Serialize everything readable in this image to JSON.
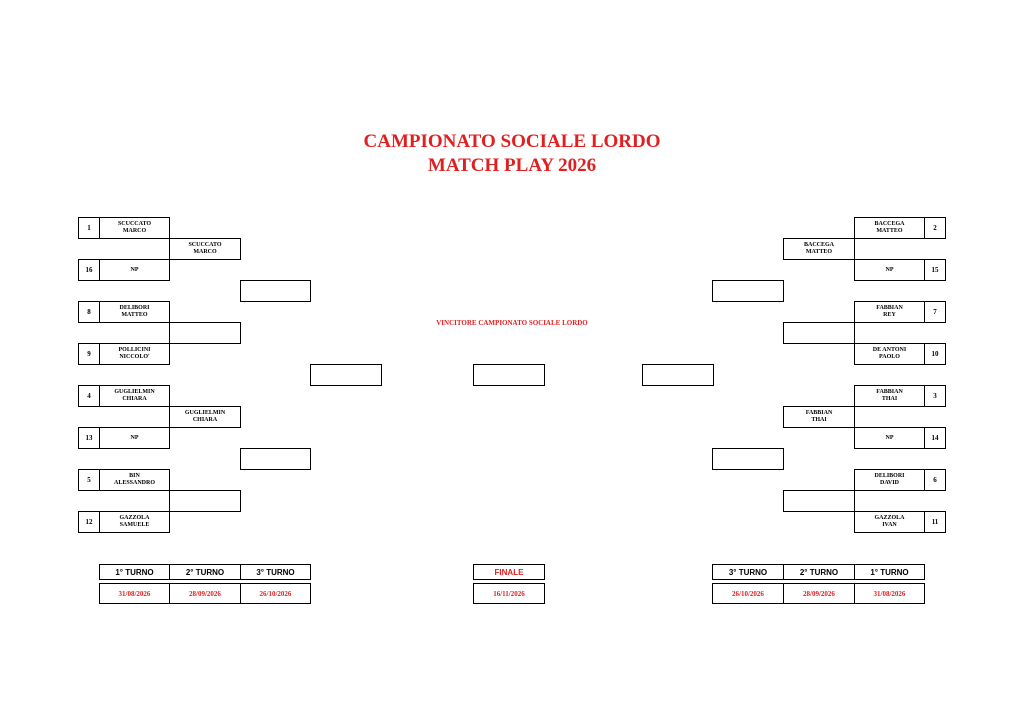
{
  "header": {
    "title_line1": "CAMPIONATO SOCIALE LORDO",
    "title_line2": "MATCH PLAY 2026"
  },
  "winner_caption": "VINCITORE CAMPIONATO SOCIALE LORDO",
  "left": {
    "r1": [
      {
        "seed": "1",
        "player": "SCUCCATO\nMARCO"
      },
      {
        "seed": "16",
        "player": "NP"
      },
      {
        "seed": "8",
        "player": "DELIBORI\nMATTEO"
      },
      {
        "seed": "9",
        "player": "POLLICINI\nNICCOLO'"
      },
      {
        "seed": "4",
        "player": "GUGLIELMIN\nCHIARA"
      },
      {
        "seed": "13",
        "player": "NP"
      },
      {
        "seed": "5",
        "player": "BIN\nALESSANDRO"
      },
      {
        "seed": "12",
        "player": "GAZZOLA\nSAMUELE"
      }
    ],
    "r2": [
      "SCUCCATO\nMARCO",
      "",
      "GUGLIELMIN\nCHIARA",
      ""
    ],
    "r3": [
      "",
      ""
    ],
    "sf": ""
  },
  "right": {
    "r1": [
      {
        "seed": "2",
        "player": "BACCEGA\nMATTEO"
      },
      {
        "seed": "15",
        "player": "NP"
      },
      {
        "seed": "7",
        "player": "FABBIAN\nREY"
      },
      {
        "seed": "10",
        "player": "DE ANTONI\nPAOLO"
      },
      {
        "seed": "3",
        "player": "FABBIAN\nTHAI"
      },
      {
        "seed": "14",
        "player": "NP"
      },
      {
        "seed": "6",
        "player": "DELIBORI\nDAVID"
      },
      {
        "seed": "11",
        "player": "GAZZOLA\nIVAN"
      }
    ],
    "r2": [
      "BACCEGA\nMATTEO",
      "",
      "FABBIAN\nTHAI",
      ""
    ],
    "r3": [
      "",
      ""
    ],
    "sf": ""
  },
  "final_box": "",
  "schedule": {
    "left_headers": [
      "1° TURNO",
      "2° TURNO",
      "3° TURNO"
    ],
    "left_dates": [
      "31/08/2026",
      "28/09/2026",
      "26/10/2026"
    ],
    "final_header": "FINALE",
    "final_date": "16/11/2026",
    "right_headers": [
      "3° TURNO",
      "2° TURNO",
      "1° TURNO"
    ],
    "right_dates": [
      "26/10/2026",
      "28/09/2026",
      "31/08/2026"
    ]
  }
}
